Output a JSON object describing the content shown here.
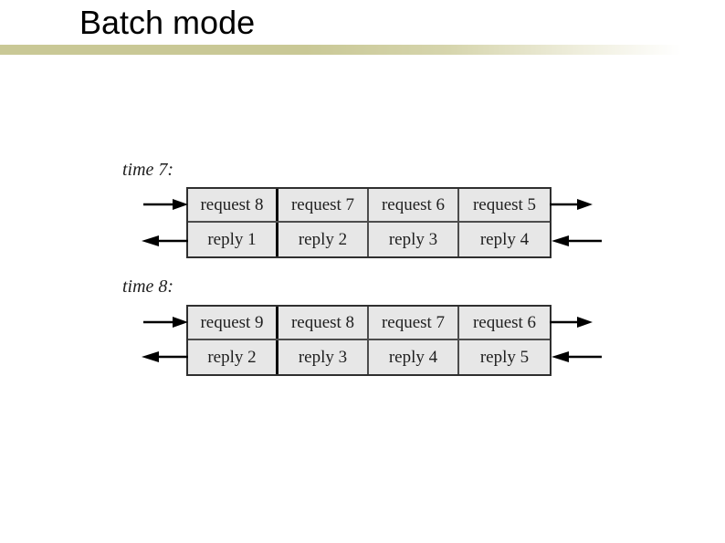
{
  "slide": {
    "title": "Batch mode"
  },
  "accent_bar": {
    "left_color": "#c9c896",
    "right_color": "#ffffff"
  },
  "diagram": {
    "cell_background": "#e7e7e7",
    "border_color": "#2f2f2f",
    "arrow_color": "#000000",
    "icons": [
      "arrow-right-icon",
      "arrow-left-icon"
    ],
    "snapshots": [
      {
        "label": "time 7:",
        "requests": [
          "request 8",
          "request 7",
          "request 6",
          "request 5"
        ],
        "replies": [
          "reply 1",
          "reply 2",
          "reply 3",
          "reply 4"
        ]
      },
      {
        "label": "time 8:",
        "requests": [
          "request 9",
          "request 8",
          "request 7",
          "request 6"
        ],
        "replies": [
          "reply 2",
          "reply 3",
          "reply 4",
          "reply 5"
        ]
      }
    ]
  }
}
